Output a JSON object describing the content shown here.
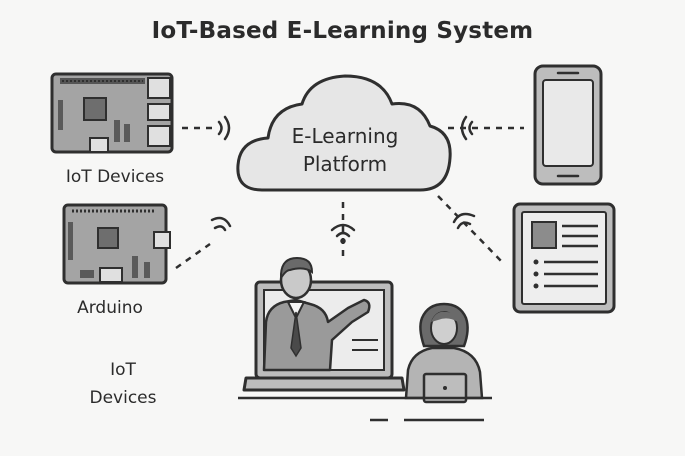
{
  "title": "IoT-Based E-Learning System",
  "cloud": {
    "line1": "E-Learning",
    "line2": "Platform"
  },
  "labels": {
    "iot_devices_top": "IoT Devices",
    "arduino": "Arduino",
    "iot_devices_bottom_line1": "IoT",
    "iot_devices_bottom_line2": "Devices"
  },
  "icons": [
    "raspberry-pi-board-icon",
    "arduino-board-icon",
    "cloud-icon",
    "smartphone-icon",
    "tablet-icon",
    "laptop-icon",
    "teacher-icon",
    "student-icon",
    "wifi-icon"
  ],
  "colors": {
    "stroke": "#2f2f2f",
    "board": "#9b9b9b",
    "cloud_fill": "#e6e6e6",
    "screen": "#e9e9e9",
    "background": "#f7f7f6"
  }
}
